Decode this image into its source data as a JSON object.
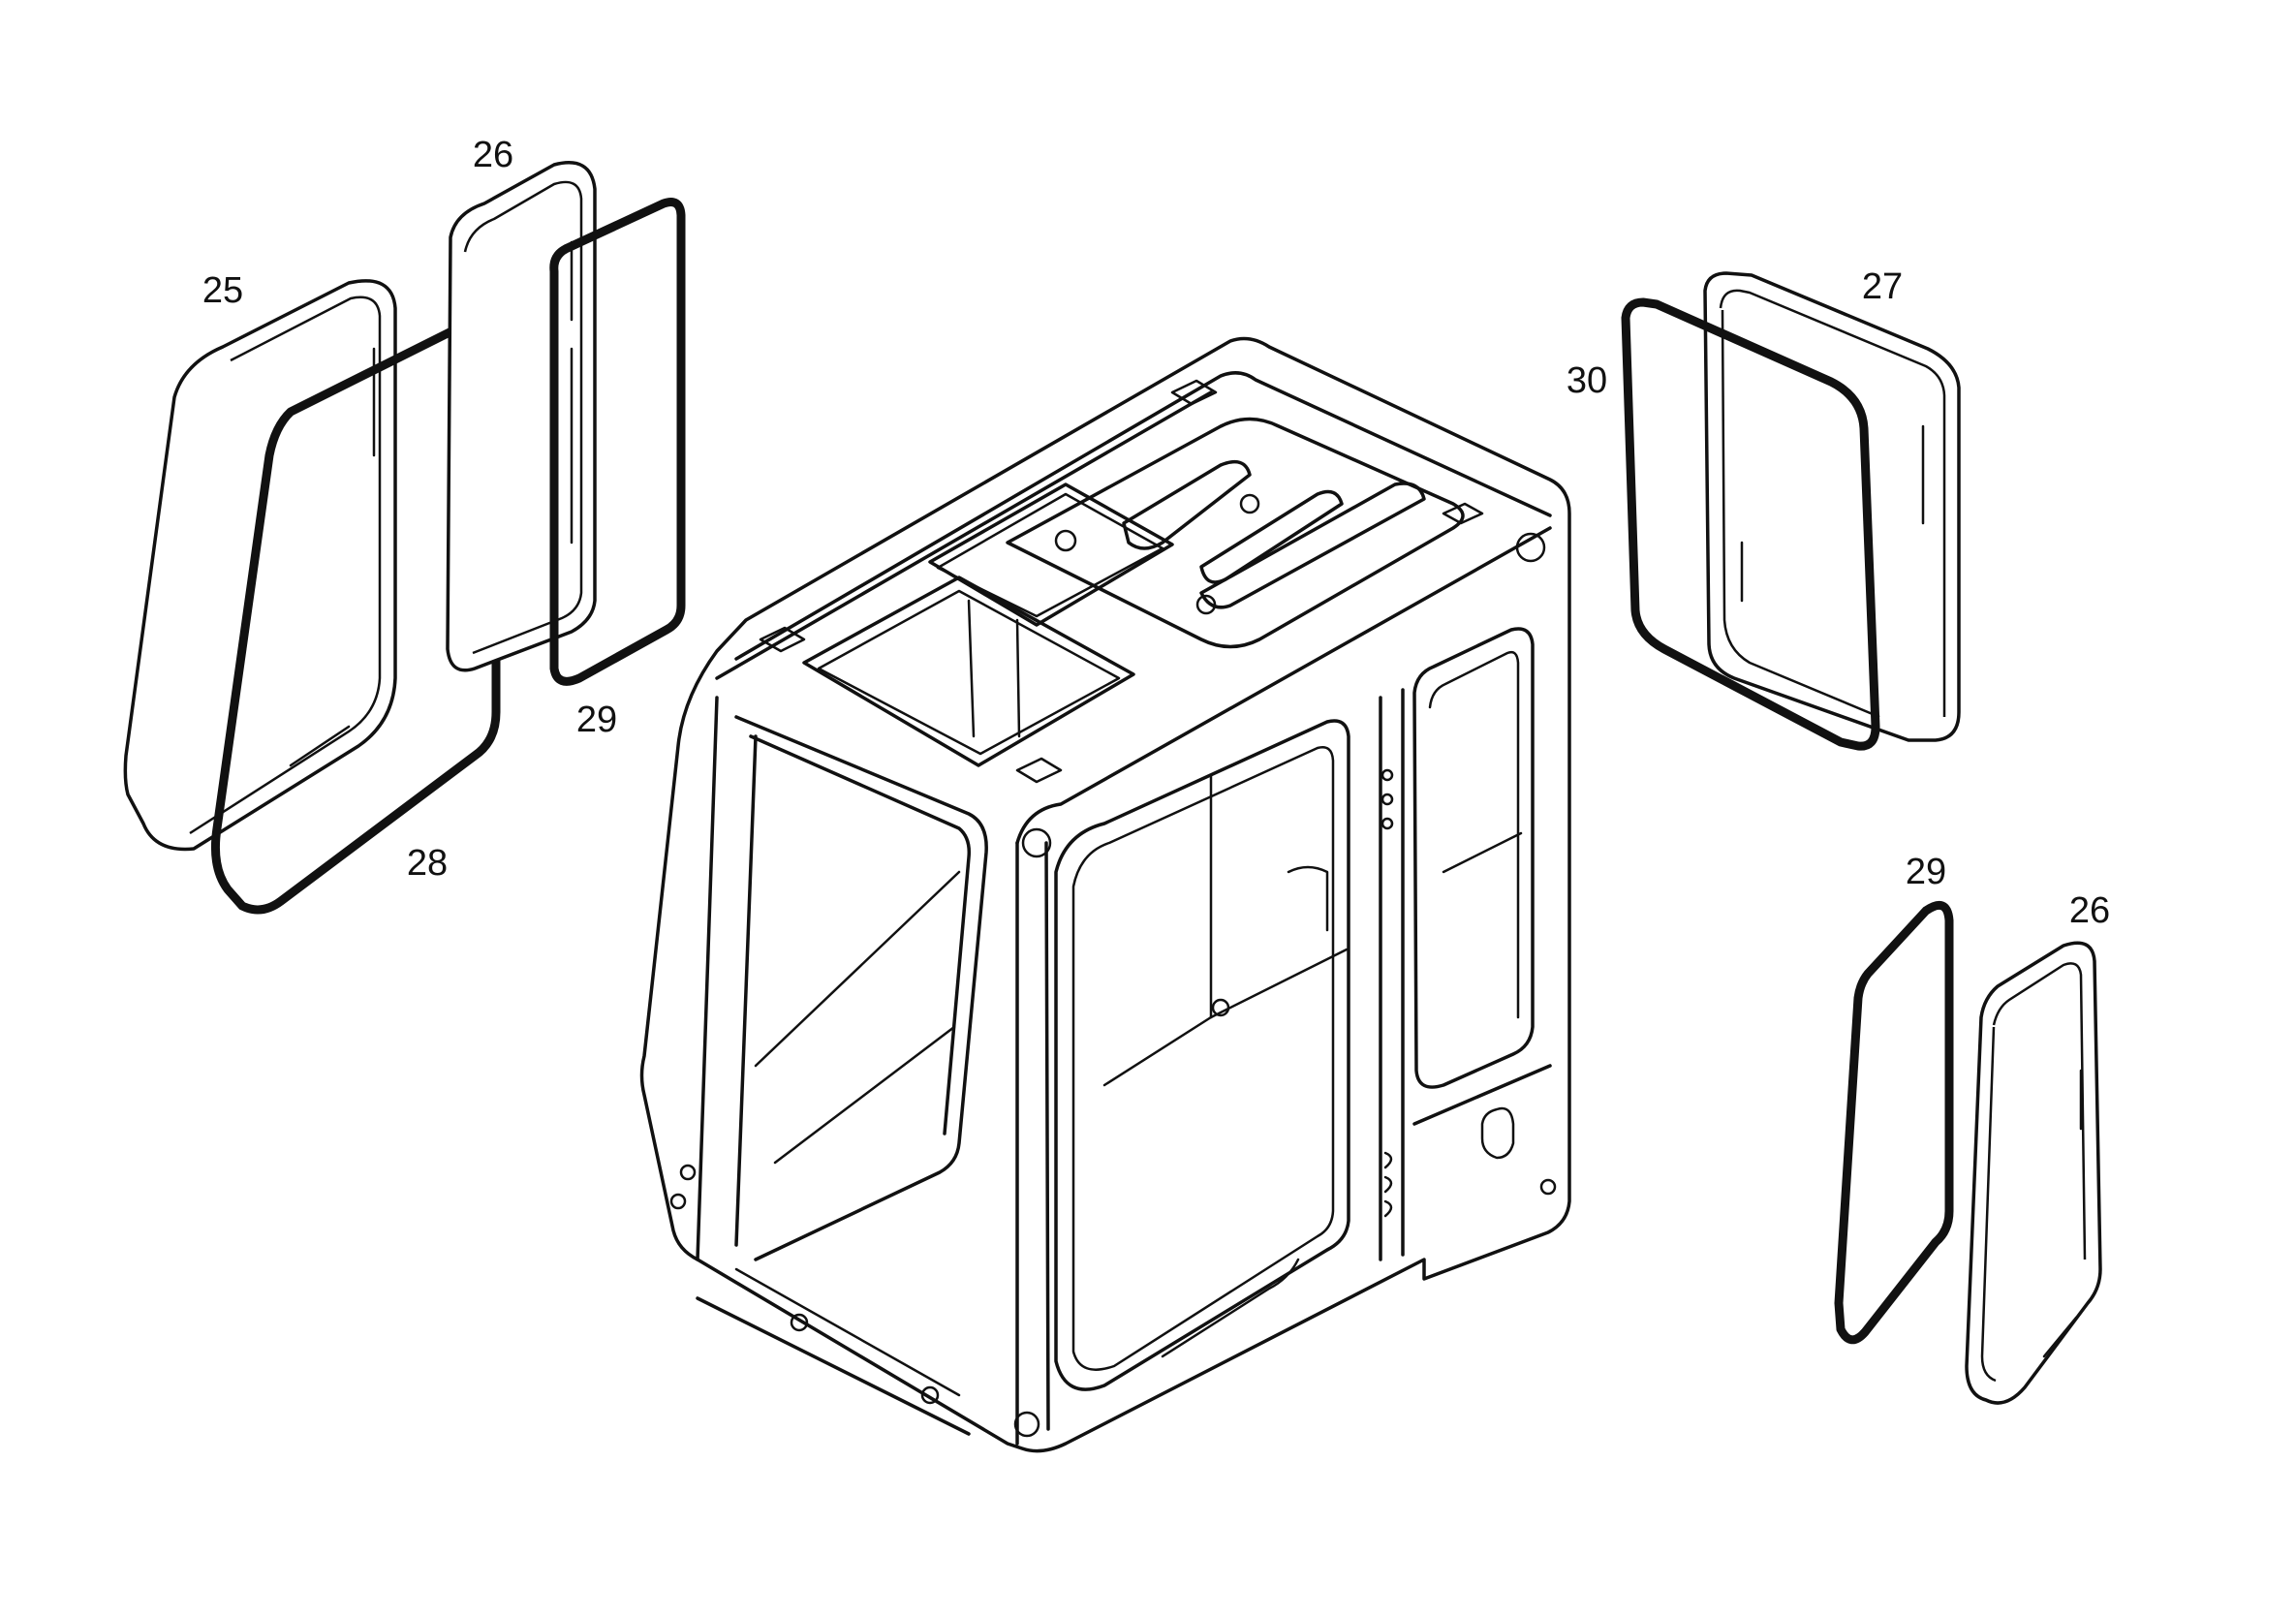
{
  "callouts": {
    "c25": "25",
    "c26_top": "26",
    "c29_top": "29",
    "c28": "28",
    "c27": "27",
    "c30": "30",
    "c29_bottom": "29",
    "c26_bottom": "26"
  }
}
